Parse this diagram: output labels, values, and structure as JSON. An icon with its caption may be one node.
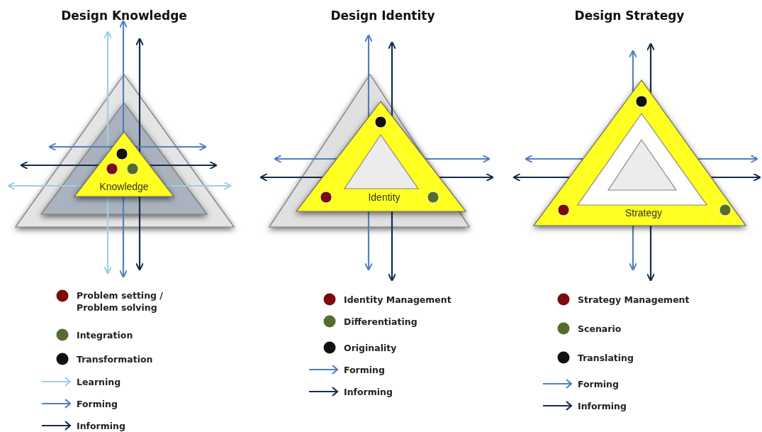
{
  "diagram": {
    "nodes": [
      {
        "text": [
          "Knowledge"
        ]
      },
      {
        "text": [
          "Identity"
        ]
      },
      {
        "text": [
          "Strategy"
        ]
      },
      {
        "text": [],
        "shape": "triangle",
        "in": 1
      },
      {
        "text": [],
        "shape": "triangle",
        "in": 2
      },
      {
        "text": [],
        "shape": "triangle",
        "in": 4
      }
    ],
    "labels": [
      "Design Knowledge",
      "Design Identity",
      "Design Strategy"
    ],
    "legend": [
      {
        "text": "Problem setting / Problem solving",
        "color": "#7a0c0c"
      },
      {
        "text": "Integration",
        "color": "#566b2e"
      },
      {
        "text": "Transformation",
        "color": "#111111"
      },
      {
        "text": "Learning"
      },
      {
        "text": "Forming"
      },
      {
        "text": "Informing"
      },
      {
        "text": "Identity Management",
        "color": "#7a0c0c"
      },
      {
        "text": "Differentiating",
        "color": "#566b2e"
      },
      {
        "text": "Originality",
        "color": "#111111"
      },
      {
        "text": "Forming"
      },
      {
        "text": "Informing"
      },
      {
        "text": "Strategy Management",
        "color": "#7a0c0c"
      },
      {
        "text": "Scenario",
        "color": "#566b2e"
      },
      {
        "text": "Translating",
        "color": "#111111"
      },
      {
        "text": "Forming"
      },
      {
        "text": "Informing"
      }
    ]
  }
}
